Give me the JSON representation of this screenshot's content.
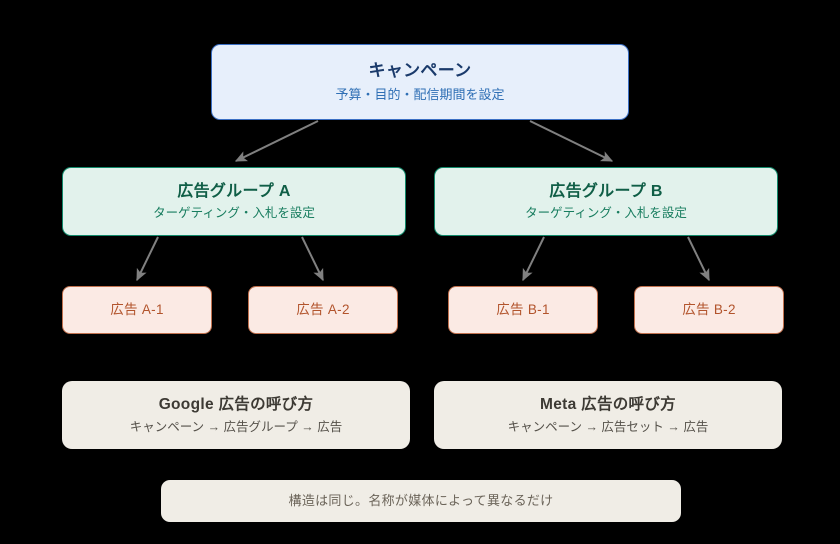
{
  "diagram": {
    "background": "#000000",
    "arrow_color": "#808080",
    "campaign": {
      "title": "キャンペーン",
      "sub": "予算・目的・配信期間を設定",
      "fill": "#e7effb",
      "border": "#3b6fc4"
    },
    "groups": [
      {
        "title": "広告グループ A",
        "sub": "ターゲティング・入札を設定",
        "fill": "#e2f2ec",
        "border": "#128a6b"
      },
      {
        "title": "広告グループ B",
        "sub": "ターゲティング・入札を設定",
        "fill": "#e2f2ec",
        "border": "#128a6b"
      }
    ],
    "ads": [
      {
        "title": "広告 A-1",
        "fill": "#fbeae4",
        "border": "#c1714e"
      },
      {
        "title": "広告 A-2",
        "fill": "#fbeae4",
        "border": "#c1714e"
      },
      {
        "title": "広告 B-1",
        "fill": "#fbeae4",
        "border": "#c1714e"
      },
      {
        "title": "広告 B-2",
        "fill": "#fbeae4",
        "border": "#c1714e"
      }
    ],
    "notes": [
      {
        "title": "Google 広告の呼び方",
        "sub": "キャンペーン → 広告グループ → 広告",
        "fill": "#f0ede6"
      },
      {
        "title": "Meta 広告の呼び方",
        "sub": "キャンペーン → 広告セット → 広告",
        "fill": "#f0ede6"
      }
    ],
    "footer": {
      "title": "構造は同じ。名称が媒体によって異なるだけ",
      "fill": "#f0ede6"
    }
  }
}
